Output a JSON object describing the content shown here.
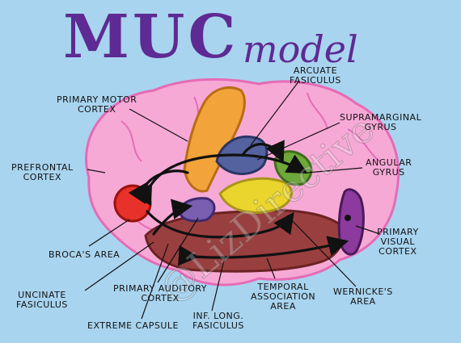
{
  "title": {
    "main": "MUC",
    "sub": "model"
  },
  "watermark": "@LizDirective",
  "labels": {
    "primary_motor": [
      "PRIMARY MOTOR",
      "CORTEX"
    ],
    "arcuate": [
      "ARCUATE",
      "FASICULUS"
    ],
    "supramarginal": [
      "SUPRAMARGINAL",
      "GYRUS"
    ],
    "prefrontal": [
      "PREFRONTAL",
      "CORTEX"
    ],
    "angular": [
      "ANGULAR",
      "GYRUS"
    ],
    "broca": [
      "BROCA'S AREA"
    ],
    "primary_visual": [
      "PRIMARY",
      "VISUAL",
      "CORTEX"
    ],
    "uncinate": [
      "UNCINATE",
      "FASICULUS"
    ],
    "primary_auditory": [
      "PRIMARY AUDITORY",
      "CORTEX"
    ],
    "temporal": [
      "TEMPORAL",
      "ASSOCIATION",
      "AREA"
    ],
    "wernicke": [
      "WERNICKE'S",
      "AREA"
    ],
    "extreme": [
      "EXTREME CAPSULE"
    ],
    "inf_long": [
      "INF. LONG.",
      "FASICULUS"
    ]
  },
  "colors": {
    "background": "#a9d4ef",
    "title": "#5e2a93",
    "brain": "#f7a9d6",
    "motor": "#f2a33a",
    "broca": "#e8312b",
    "temporal": "#9a3f3f",
    "wernicke": "#e9d52b",
    "supramarginal": "#54629f",
    "angular": "#6ea83a",
    "visual": "#8c3a9e",
    "auditory": "#7a5fb0"
  }
}
